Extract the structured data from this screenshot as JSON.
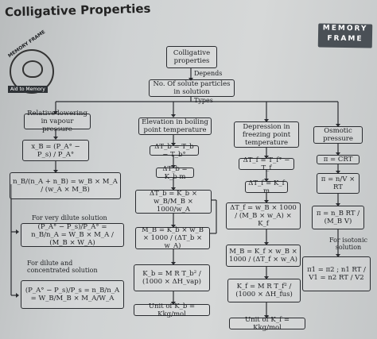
{
  "header": {
    "title": "Colligative Properties",
    "memory_frame": [
      "MEMORY",
      "FRAME"
    ],
    "logo_text": "MEMORY FRAME",
    "logo_tag": "Aid to Memory"
  },
  "root": {
    "label": "Colligative properties"
  },
  "depends": {
    "label": "Depends",
    "box": "No. Of solute particles in solution",
    "types": "Types"
  },
  "branches": {
    "vapour": {
      "title": "Relative lowering in vapour pressure",
      "f1": "x_B = (P_A° − P_s) / P_A°",
      "f2": "n_B/(n_A + n_B) = w_B × M_A / (w_A × M_B)",
      "dilute_label": "For very dilute solution",
      "f3": "(P_A° − P_s)/P_A° = n_B/n_A = W_B × M_A / (M_B × W_A)",
      "conc_label": "For dilute and concentrated solution",
      "f4": "(P_A° − P_s)/P_s = n_B/n_A = W_B/M_B × M_A/W_A"
    },
    "boiling": {
      "title": "Elevation in boiling point temperature",
      "f1": "ΔT_b = T_b − T_b°",
      "f2": "ΔT_b = K_b m",
      "f3": "ΔT_b = K_b × w_B/M_B × 1000/w_A",
      "f4": "M_B = K_b × w_B × 1000 / (ΔT_b × w_A)",
      "f5": "K_b = M R T_b² / (1000 × ΔH_vap)",
      "unit": "Unit of K_b = Kkg/mol"
    },
    "freezing": {
      "title": "Depression in freezing point temperature",
      "f1": "ΔT_f = T_f° − T_f",
      "f2": "ΔT_f = K_f m",
      "f3": "ΔT_f = w_B × 1000 / (M_B × w_A) × K_f",
      "f4": "M_B = K_f × w_B × 1000 / (ΔT_f × w_A)",
      "f5": "K_f = M R T_f² / (1000 × ΔH_fus)",
      "unit": "Unit of K_f = Kkg/mol"
    },
    "osmotic": {
      "title": "Osmotic pressure",
      "f1": "π = CRT",
      "f2": "π = n/V × RT",
      "f3": "π = n_B RT / (M_B V)",
      "isotonic_label": "For isotonic solution",
      "f4": "π1 = π2 ; n1 RT / V1 = n2 RT / V2"
    }
  }
}
